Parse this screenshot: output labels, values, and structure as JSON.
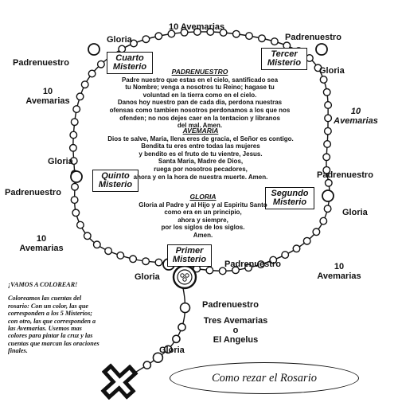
{
  "labels": {
    "avemarias_top": "10 Avemarias",
    "padrenuestro_top_right": "Padrenuestro",
    "gloria_top_left": "Gloria",
    "padrenuestro_left_top": "Padrenuestro",
    "gloria_right_top": "Gloria",
    "avemarias_left_1": "10",
    "avemarias_left_2": "Avemarias",
    "avemarias_right_1": "10",
    "avemarias_right_2": "Avemarias",
    "gloria_left_mid": "Gloria",
    "padrenuestro_right_mid": "Padrenuestro",
    "padrenuestro_left_mid": "Padrenuestro",
    "gloria_right_mid": "Gloria",
    "avemarias_bl_1": "10",
    "avemarias_bl_2": "Avemarias",
    "padrenuestro_bottom": "Padrenuestro",
    "avemarias_br_1": "10",
    "avemarias_br_2": "Avemarias",
    "gloria_bottom_left": "Gloria",
    "padrenuestro_stem": "Padrenuestro",
    "tres_1": "Tres Avemarias",
    "tres_2": "o",
    "tres_3": "El Angelus",
    "gloria_cross": "Gloria"
  },
  "mysteries": {
    "cuarto_1": "Cuarto",
    "cuarto_2": "Misterio",
    "tercer_1": "Tercer",
    "tercer_2": "Misterio",
    "quinto_1": "Quinto",
    "quinto_2": "Misterio",
    "segundo_1": "Segundo",
    "segundo_2": "Misterio",
    "primer_1": "Primer",
    "primer_2": "Misterio"
  },
  "prayers": {
    "padrenuestro": {
      "title": "PADRENUESTRO",
      "lines": [
        "Padre nuestro que estas en el cielo, santificado sea",
        "tu Nombre; venga a nosotros tu Reino; hagase tu",
        "voluntad en la tierra como en el cielo.",
        "Danos hoy nuestro pan de cada dia, perdona nuestras",
        "ofensas como tambien nosotros perdonamos a los que nos",
        "ofenden; no nos dejes caer en la tentacion y libranos",
        "del mal. Amen."
      ]
    },
    "avemaria": {
      "title": "AVEMARIA",
      "lines": [
        "Dios te salve, Maria, llena eres de gracia, el Señor es contigo.",
        "Bendita tu eres entre todas las mujeres",
        "y bendito es el fruto de tu vientre, Jesus.",
        "Santa Maria, Madre de Dios,",
        "ruega por nosotros pecadores,",
        "ahora y en la hora de nuestra muerte. Amen."
      ]
    },
    "gloria": {
      "title": "GLORIA",
      "lines": [
        "Gloria al Padre y al Hijo y al Espiritu Santo",
        "como era en un principio,",
        "ahora y siempre,",
        "por los siglos de los siglos.",
        "Amen."
      ]
    }
  },
  "coloring": {
    "heading": "¡VAMOS A COLOREAR!",
    "lines": [
      "Coloreamos las cuentas del",
      "rosario: Con un color, las que",
      "corresponden a los 5 Misterios;",
      "con otro, las que corresponden a",
      "las Avemarias. Usemos mas",
      "colores para pintar la cruz y las",
      "cuentas que marcan las oraciones",
      "finales."
    ]
  },
  "title": "Como rezar el Rosario"
}
